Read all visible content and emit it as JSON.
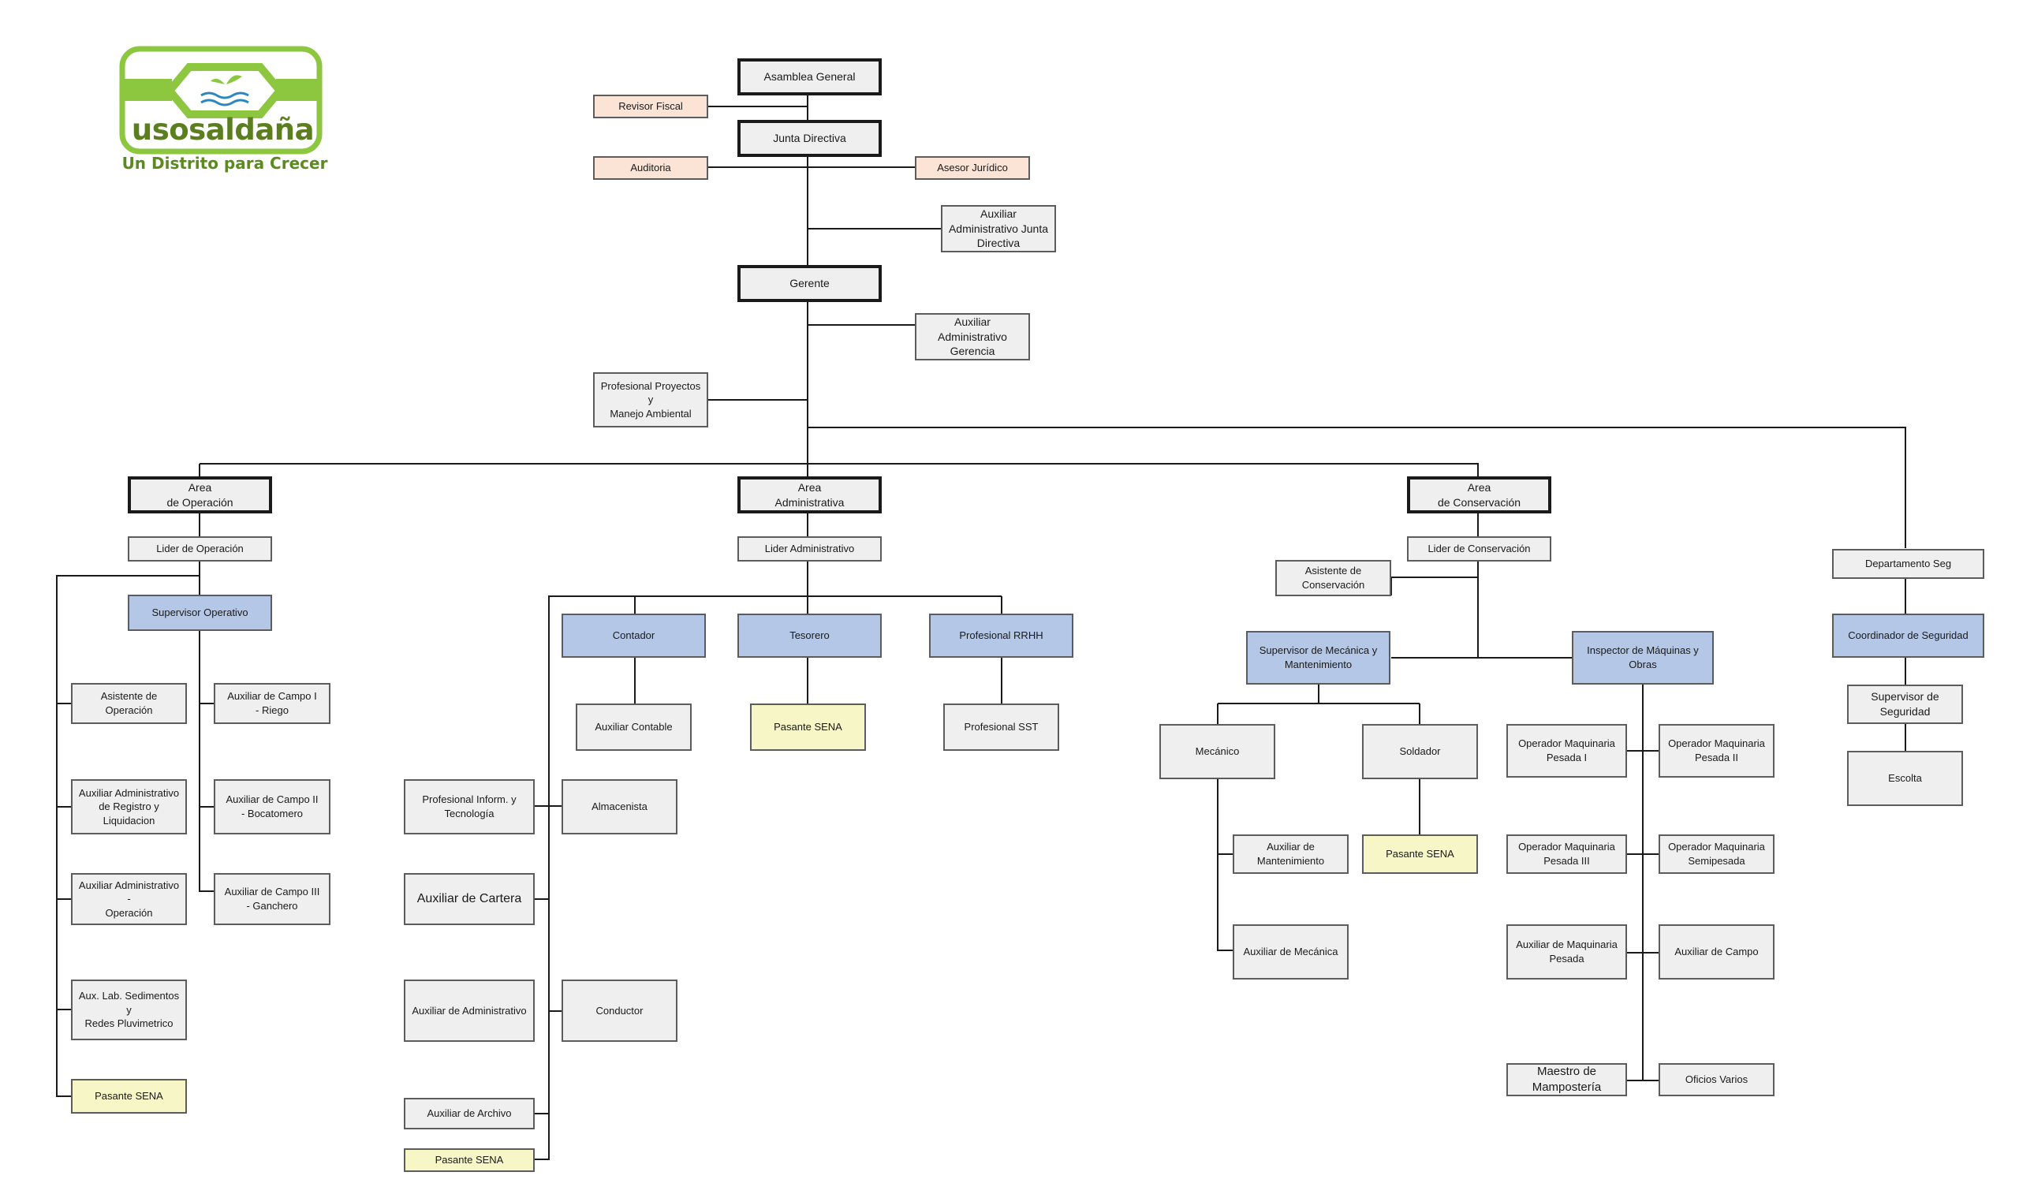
{
  "logo": {
    "brand": "usosaldaña",
    "tagline": "Un Distrito para Crecer",
    "colors": {
      "green": "#8dc63f",
      "dark_green": "#5b7e1e",
      "blue": "#2e86c1"
    }
  },
  "colors": {
    "top_level": "#efefef",
    "advisory": "#fbe4d6",
    "supervisory": "#b4c7e7",
    "intern": "#f7f6c6",
    "default": "#efefef",
    "lines": "#1a1a1a"
  },
  "nodes": {
    "asamblea": "Asamblea General",
    "revisor": "Revisor Fiscal",
    "junta": "Junta Directiva",
    "auditoria": "Auditoria",
    "asesor": "Asesor Jurídico",
    "aux_junta": "Auxiliar\nAdministrativo Junta\nDirectiva",
    "gerente": "Gerente",
    "aux_gerencia": "Auxiliar\nAdministrativo\nGerencia",
    "prof_proyectos": "Profesional Proyectos y\nManejo Ambiental",
    "area_operacion": "Area\nde Operación",
    "area_admin": "Area\nAdministrativa",
    "area_conservacion": "Area\nde Conservación",
    "lider_operacion": "Lider de Operación",
    "lider_admin": "Lider Administrativo",
    "lider_conservacion": "Lider de Conservación",
    "depto_seg": "Departamento Seg",
    "sup_operativo": "Supervisor Operativo",
    "asist_operacion": "Asistente de Operación",
    "aux_campo1": "Auxiliar de Campo I\n- Riego",
    "aux_adm_registro": "Auxiliar Administrativo\nde Registro y Liquidacion",
    "aux_campo2": "Auxiliar de Campo II\n- Bocatomero",
    "aux_adm_operacion": "Auxiliar Administrativo -\nOperación",
    "aux_campo3": "Auxiliar de Campo III\n- Ganchero",
    "aux_lab": "Aux. Lab. Sedimentos y\nRedes Pluvimetrico",
    "pasante_op": "Pasante SENA",
    "contador": "Contador",
    "tesorero": "Tesorero",
    "prof_rrhh": "Profesional RRHH",
    "aux_contable": "Auxiliar Contable",
    "pasante_tes": "Pasante SENA",
    "prof_sst": "Profesional SST",
    "prof_inform": "Profesional Inform. y\nTecnología",
    "almacenista": "Almacenista",
    "aux_cartera": "Auxiliar de Cartera",
    "aux_administrativo": "Auxiliar de Administrativo",
    "conductor": "Conductor",
    "aux_archivo": "Auxiliar de Archivo",
    "pasante_adm": "Pasante SENA",
    "asist_conservacion": "Asistente de\nConservación",
    "sup_mecanica": "Supervisor de Mecánica y\nMantenimiento",
    "inspector": "Inspector de Máquinas y Obras",
    "mecanico": "Mecánico",
    "soldador": "Soldador",
    "aux_mantenimiento": "Auxiliar de\nMantenimiento",
    "pasante_cons": "Pasante SENA",
    "aux_mecanica": "Auxiliar de Mecánica",
    "op_pesada1": "Operador Maquinaria\nPesada I",
    "op_pesada2": "Operador Maquinaria\nPesada II",
    "op_pesada3": "Operador Maquinaria\nPesada III",
    "op_semipesada": "Operador Maquinaria\nSemipesada",
    "aux_maq_pesada": "Auxiliar de Maquinaria\nPesada",
    "aux_campo": "Auxiliar de Campo",
    "maestro": "Maestro de\nMampostería",
    "oficios": "Oficios Varios",
    "coord_seguridad": "Coordinador de Seguridad",
    "sup_seguridad": "Supervisor de\nSeguridad",
    "escolta": "Escolta"
  }
}
